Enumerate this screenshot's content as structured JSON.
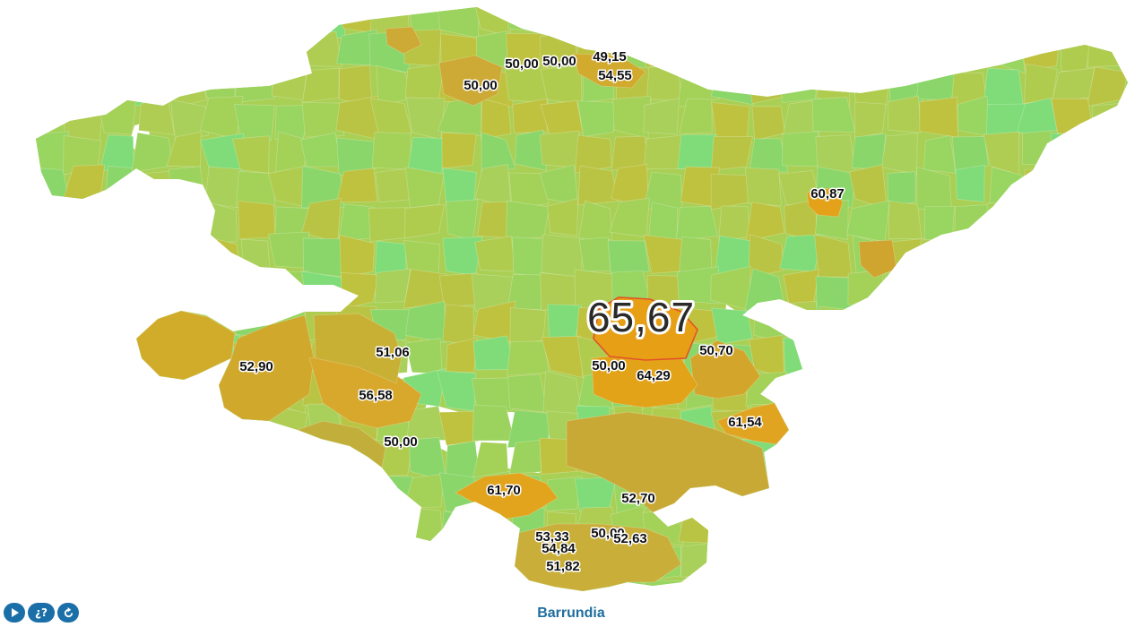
{
  "map": {
    "selected_region": "Barrundia",
    "selected_value": "65,67",
    "value_labels": [
      "50,00",
      "50,00",
      "49,15",
      "54,55",
      "50,00",
      "60,87",
      "51,06",
      "52,90",
      "56,58",
      "50,00",
      "50,70",
      "50,00",
      "64,29",
      "61,54",
      "61,70",
      "52,70",
      "53,33",
      "50,00",
      "52,63",
      "54,84",
      "51,82"
    ],
    "colors": {
      "low": "#79e07f",
      "mid": "#b3c545",
      "high": "#dea62b",
      "highest": "#e8a014",
      "selected_outline": "#e0532b"
    }
  },
  "controls": {
    "play_icon": "play-icon",
    "help_label": "¿?",
    "refresh_icon": "refresh-icon"
  }
}
